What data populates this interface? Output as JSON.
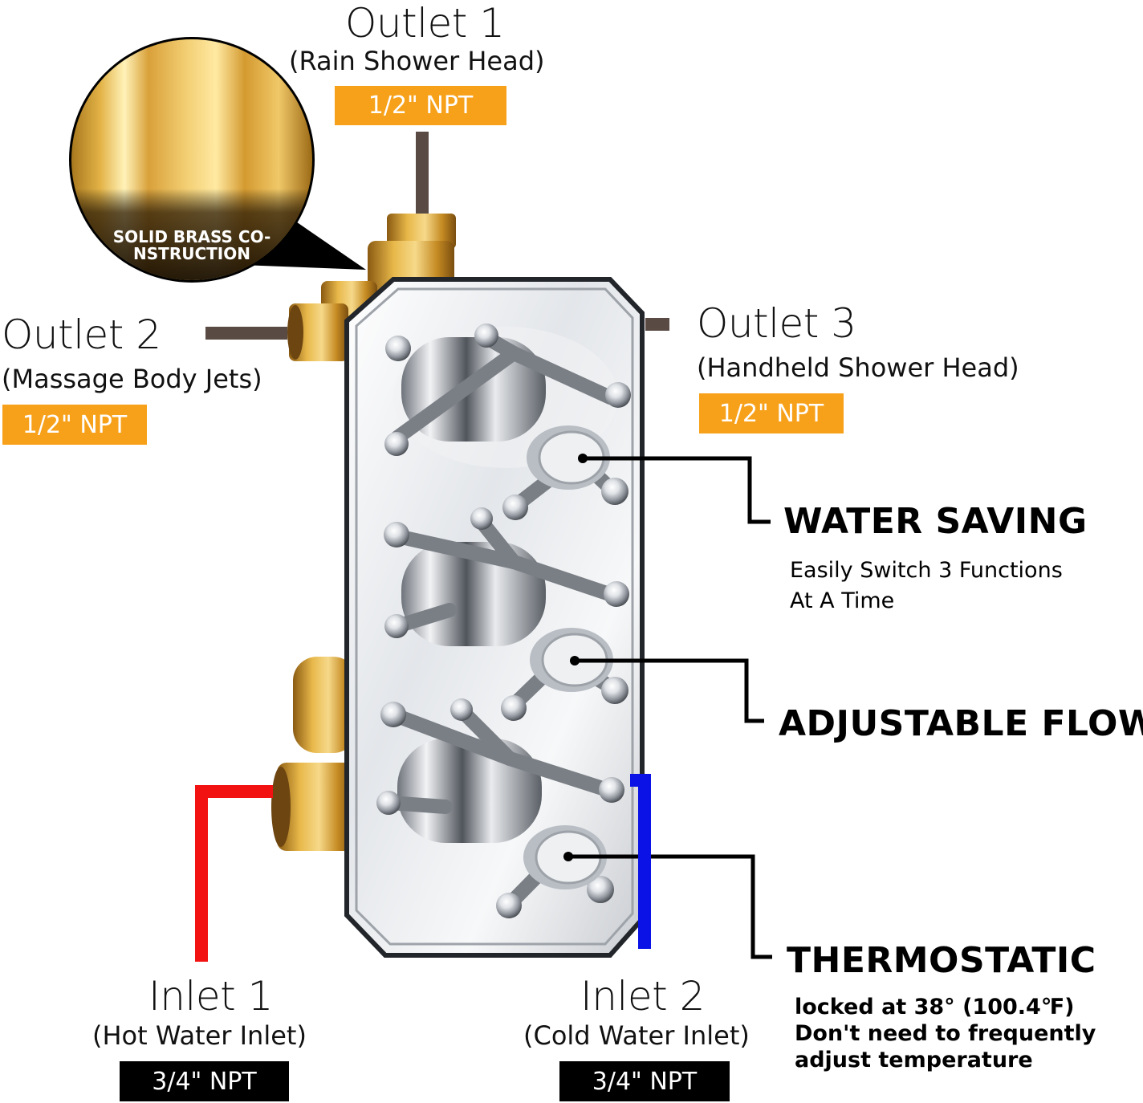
{
  "outlets": [
    {
      "title": "Outlet 1",
      "subtitle": "(Rain Shower Head)",
      "spec": "1/2\" NPT"
    },
    {
      "title": "Outlet 2",
      "subtitle": "(Massage Body Jets)",
      "spec": "1/2\" NPT"
    },
    {
      "title": "Outlet 3",
      "subtitle": "(Handheld Shower Head)",
      "spec": "1/2\" NPT"
    }
  ],
  "inlets": [
    {
      "title": "Inlet 1",
      "subtitle": "(Hot Water Inlet)",
      "spec": "3/4\" NPT"
    },
    {
      "title": "Inlet 2",
      "subtitle": "(Cold Water Inlet)",
      "spec": "3/4\" NPT"
    }
  ],
  "brass_badge": {
    "line1": "SOLID BRASS CO-",
    "line2": "NSTRUCTION"
  },
  "features": [
    {
      "title": "WATER SAVING",
      "lines": [
        "Easily Switch 3 Functions",
        "At A Time"
      ]
    },
    {
      "title": "ADJUSTABLE FLOW",
      "lines": []
    },
    {
      "title": "THERMOSTATIC",
      "lines": [
        "locked at 38°  (100.4℉)",
        "Don't need to frequently",
        "adjust temperature"
      ]
    }
  ],
  "colors": {
    "orange": "#f7a11a",
    "hot": "#f21212",
    "cold": "#0a12e6",
    "connector": "#5a4a44",
    "brass": "#d4a12e",
    "chrome": "#c8ccd2"
  }
}
